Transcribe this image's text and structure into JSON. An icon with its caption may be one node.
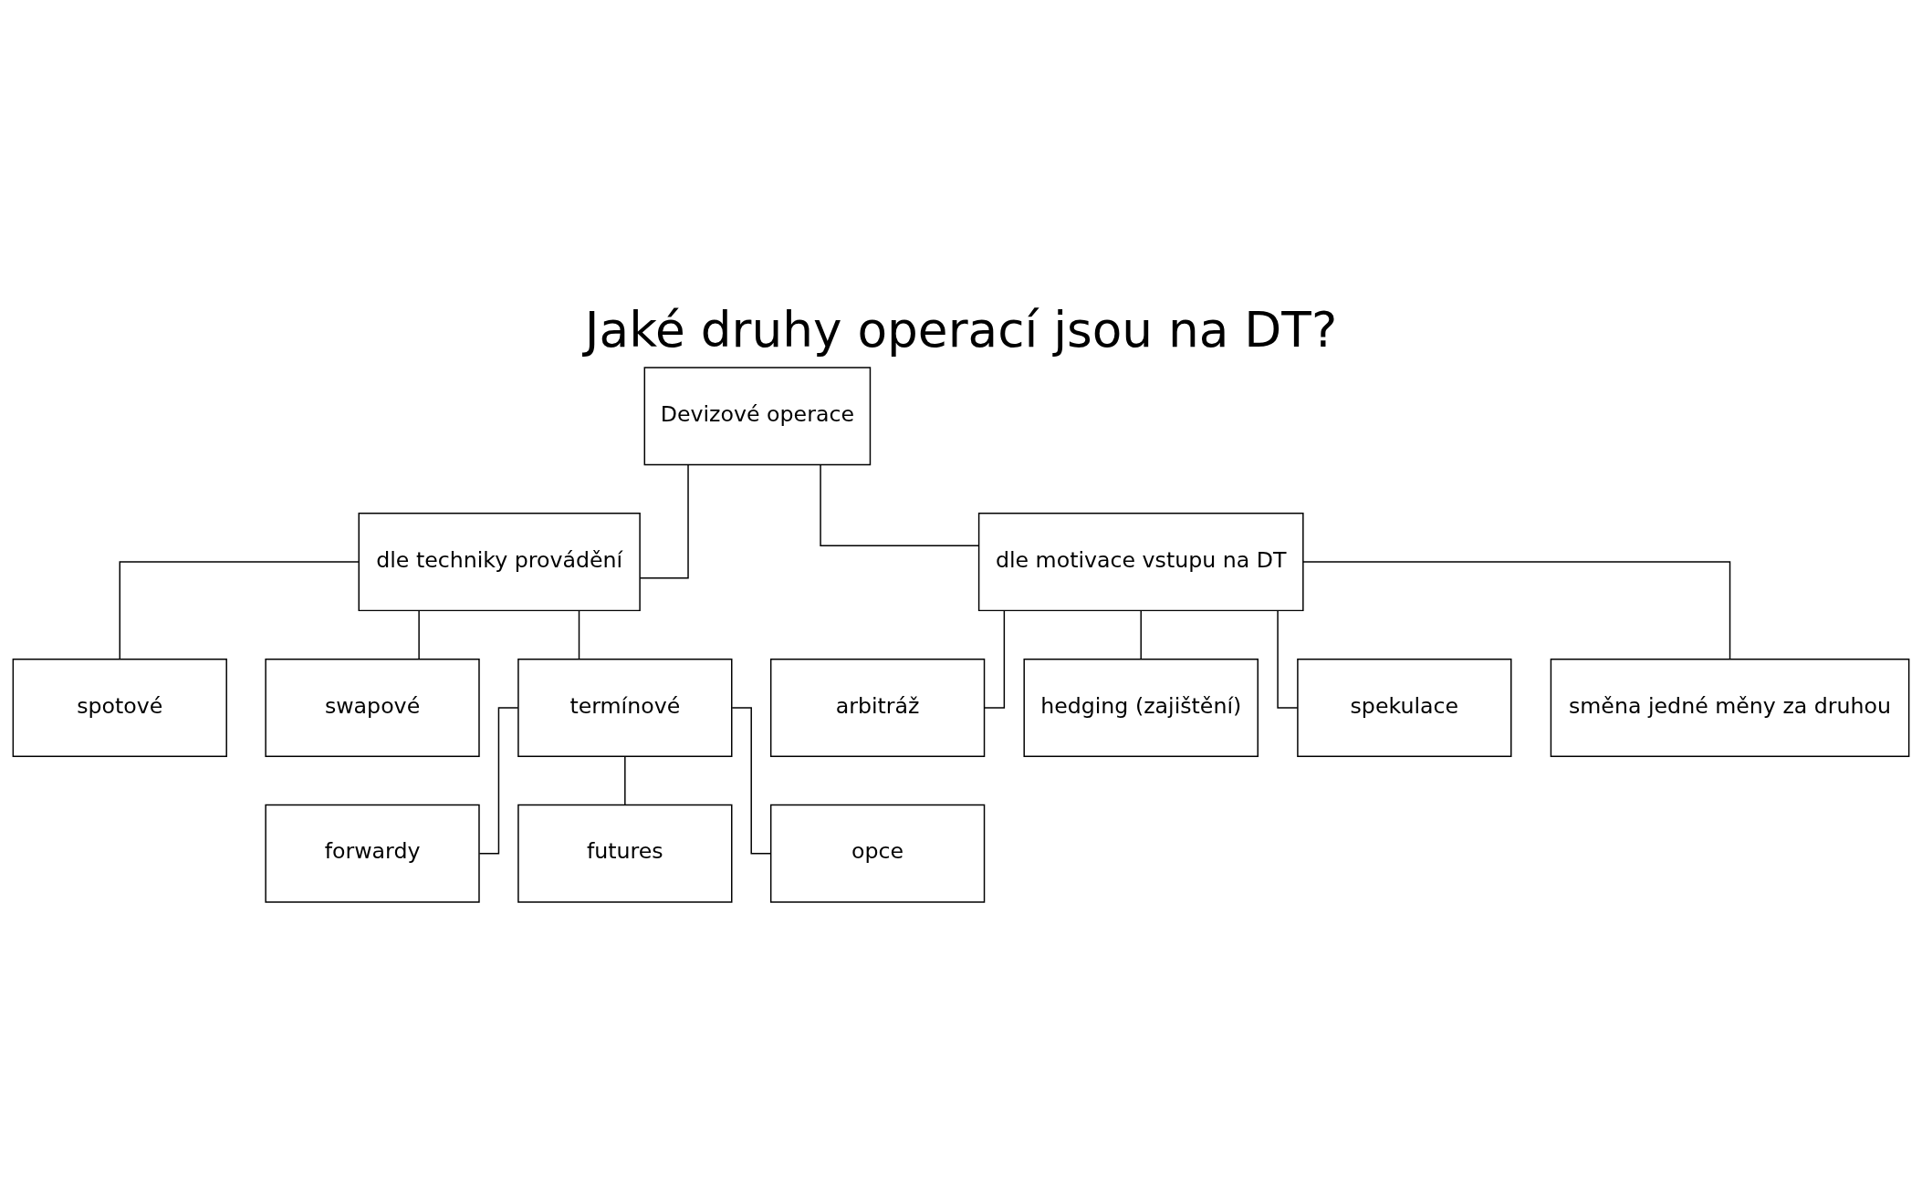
{
  "diagram": {
    "title": "Jaké druhy operací jsou na DT?",
    "nodes": [
      {
        "text": [
          "Devizové operace"
        ]
      },
      {
        "text": [
          "dle techniky provádění"
        ]
      },
      {
        "text": [
          "dle motivace vstupu na DT"
        ]
      },
      {
        "text": [
          "spotové"
        ]
      },
      {
        "text": [
          "swapové"
        ]
      },
      {
        "text": [
          "termínové"
        ]
      },
      {
        "text": [
          "forwardy"
        ]
      },
      {
        "text": [
          "futures"
        ]
      },
      {
        "text": [
          "opce"
        ]
      },
      {
        "text": [
          "arbitráž"
        ]
      },
      {
        "text": [
          "hedging (zajištění)"
        ]
      },
      {
        "text": [
          "spekulace"
        ]
      },
      {
        "text": [
          "směna jedné měny za druhou"
        ]
      }
    ],
    "edges": [
      {
        "from": 0,
        "to": 1,
        "arrow": "none"
      },
      {
        "from": 0,
        "to": 2,
        "arrow": "none"
      },
      {
        "from": 1,
        "to": 3,
        "arrow": "none"
      },
      {
        "from": 1,
        "to": 4,
        "arrow": "none"
      },
      {
        "from": 1,
        "to": 5,
        "arrow": "none"
      },
      {
        "from": 5,
        "to": 6,
        "arrow": "none"
      },
      {
        "from": 5,
        "to": 7,
        "arrow": "none"
      },
      {
        "from": 5,
        "to": 8,
        "arrow": "none"
      },
      {
        "from": 2,
        "to": 9,
        "arrow": "none"
      },
      {
        "from": 2,
        "to": 10,
        "arrow": "none"
      },
      {
        "from": 2,
        "to": 11,
        "arrow": "none"
      },
      {
        "from": 2,
        "to": 12,
        "arrow": "none"
      }
    ]
  }
}
